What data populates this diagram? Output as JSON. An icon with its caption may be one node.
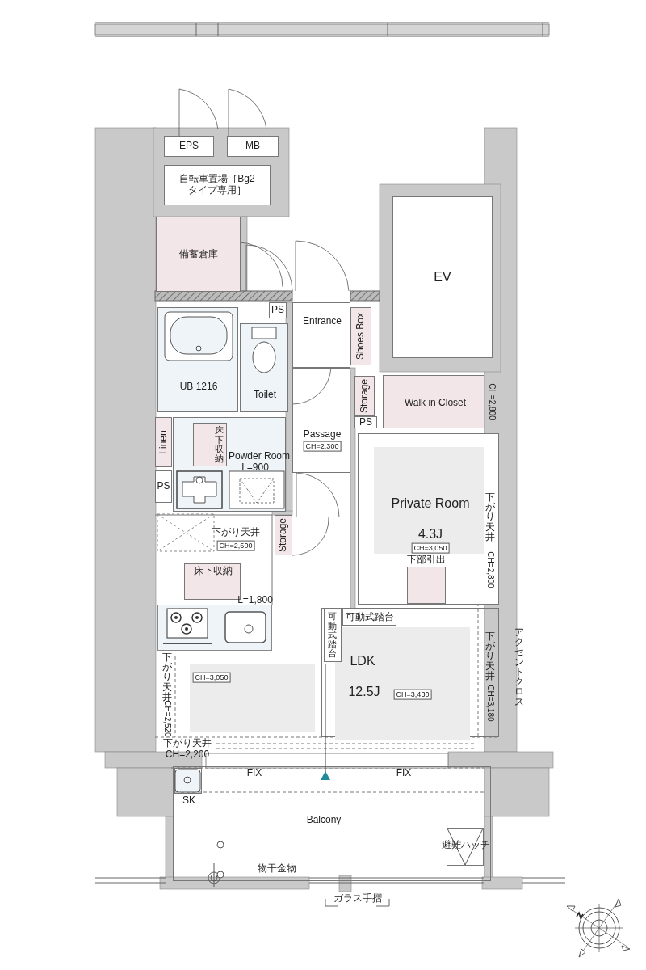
{
  "diagram": {
    "nodes": [
      {
        "text": [
          "EPS"
        ]
      },
      {
        "text": [
          "MB"
        ]
      },
      {
        "text": [
          "自転車置場［Bg2タイプ専用］"
        ]
      },
      {
        "text": [
          "EV"
        ]
      },
      {
        "text": [
          "備蓄倉庫"
        ]
      },
      {
        "text": [
          "PS"
        ]
      },
      {
        "text": [
          "Entrance"
        ]
      },
      {
        "text": [
          "Shoes Box"
        ]
      },
      {
        "text": [
          "UB 1216"
        ]
      },
      {
        "text": [
          "Toilet"
        ]
      },
      {
        "text": [
          "Storage"
        ]
      },
      {
        "text": [
          "Walk in Closet"
        ],
        "beside": [
          "CH=2,800"
        ]
      },
      {
        "text": [
          "PS"
        ]
      },
      {
        "text": [
          "Linen"
        ]
      },
      {
        "text": [
          "Powder Room"
        ]
      },
      {
        "text": [
          "床下収納"
        ],
        "in": 14
      },
      {
        "text": [
          "Passage",
          "CH=2,300"
        ]
      },
      {
        "text": [
          "PS"
        ]
      },
      {
        "text": [
          "Private Room",
          "4.3J",
          "CH=3,050"
        ]
      },
      {
        "text": [
          "Storage"
        ]
      },
      {
        "text": [
          "床下収納"
        ]
      },
      {
        "text": [
          "下部引出"
        ],
        "in": 18
      },
      {
        "text": [
          "LDK",
          "12.5J",
          "CH=3,430"
        ]
      },
      {
        "text": [
          "可動式踏台"
        ],
        "in": 22
      },
      {
        "text": [
          "可動式踏台"
        ],
        "in": 22
      },
      {
        "text": [
          "Balcony"
        ]
      },
      {
        "text": [
          "SK"
        ],
        "in": 25
      },
      {
        "text": [
          "避難ハッチ"
        ],
        "in": 25
      }
    ],
    "labels": [
      "L=900",
      "下がり天井",
      "CH=2,500",
      "下がり天井",
      "CH=2,800",
      "L=1,800",
      "アクセントクロス",
      "下がり天井",
      "CH=2,520",
      "CH=3,050",
      "下がり天井",
      "CH=3,180",
      "下がり天井",
      "CH=2,200",
      "FIX",
      "FIX",
      "物干金物",
      "ガラス手摺"
    ]
  }
}
